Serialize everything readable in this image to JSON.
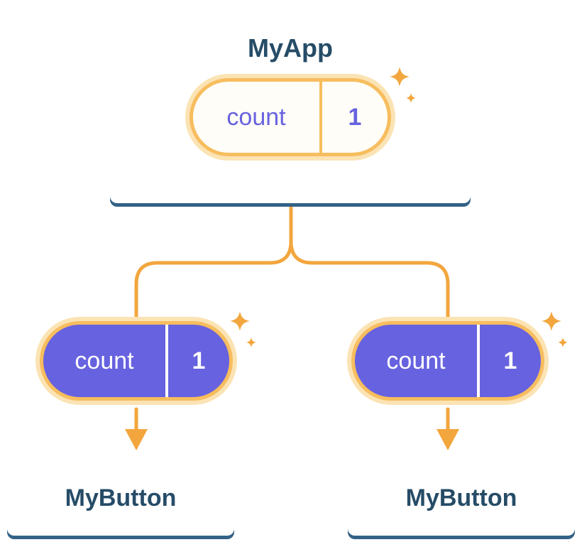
{
  "diagram": {
    "root": {
      "title": "MyApp",
      "state": {
        "name": "count",
        "value": "1"
      }
    },
    "children": [
      {
        "title": "MyButton",
        "prop": {
          "name": "count",
          "value": "1"
        }
      },
      {
        "title": "MyButton",
        "prop": {
          "name": "count",
          "value": "1"
        }
      }
    ],
    "icons": {
      "sparkle": "sparkle-icon",
      "arrow": "arrow-down-icon"
    },
    "colors": {
      "orange": "#F2A63D",
      "pill_border": "#F7BD5E",
      "pill_glow": "#FBE3B4",
      "pill_fill": "#FFFDF7",
      "purple": "#6762DF",
      "navy": "#264C67",
      "card_shadow": "#336287",
      "background": "#FFFFFF"
    }
  }
}
